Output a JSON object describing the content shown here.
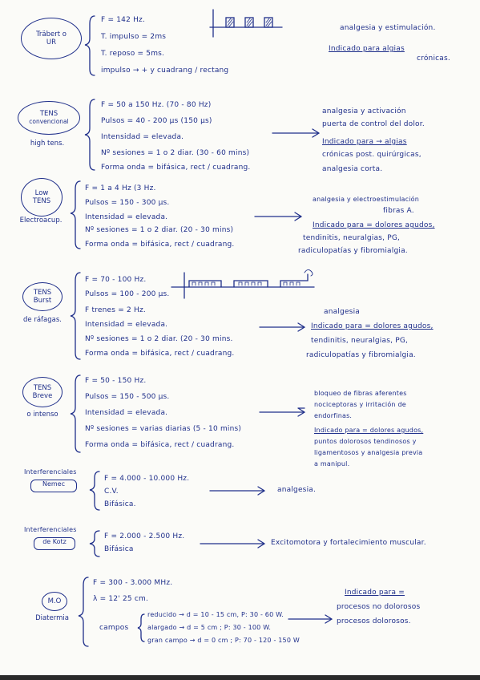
{
  "s1": {
    "label": [
      "Träbert o",
      "UR"
    ],
    "lines": [
      "F = 142 Hz.",
      "T. impulso = 2ms",
      "T. reposo = 5ms.",
      "impulso → + y cuadrang / rectang"
    ],
    "right": [
      "analgesia y estimulación.",
      "Indicado para algias",
      "crónicas."
    ]
  },
  "s2": {
    "label": [
      "TENS",
      "convencional"
    ],
    "side": "high tens.",
    "lines": [
      "F = 50 a 150 Hz. (70 - 80 Hz)",
      "Pulsos = 40 - 200 µs (150 µs)",
      "Intensidad = elevada.",
      "Nº sesiones = 1 o 2 diar. (30 - 60 mins)",
      "Forma onda = bifásica, rect / cuadrang."
    ],
    "right": [
      "analgesia y activación",
      "puerta de control del dolor.",
      "Indicado para → algias",
      "crónicas post. quirúrgicas,",
      "analgesia corta."
    ]
  },
  "s3": {
    "label": [
      "Low",
      "TENS"
    ],
    "side": "Electroacup.",
    "lines": [
      "F = 1 a 4 Hz (3 Hz.",
      "Pulsos = 150 - 300 µs.",
      "Intensidad = elevada.",
      "Nº sesiones = 1 o 2 diar. (20 - 30 mins)",
      "Forma onda = bifásica, rect / cuadrang."
    ],
    "right": [
      "analgesia y electroestimulación",
      "fibras A.",
      "Indicado para = dolores agudos,",
      "tendinitis, neuralgias, PG,",
      "radiculopatías y fibromialgia."
    ]
  },
  "s4": {
    "label": [
      "TENS",
      "Burst"
    ],
    "side": "de ráfagas.",
    "lines": [
      "F = 70 - 100 Hz.",
      "Pulsos = 100 - 200 µs.",
      "F trenes = 2 Hz.",
      "Intensidad = elevada.",
      "Nº sesiones = 1 o 2 diar. (20 - 30 mins.",
      "Forma onda = bifásica, rect / cuadrang."
    ],
    "right": [
      "analgesia",
      "Indicado para = dolores agudos,",
      "tendinitis, neuralgias, PG,",
      "radiculopatías y fibromialgia."
    ]
  },
  "s5": {
    "label": [
      "TENS",
      "Breve"
    ],
    "side": "o intenso",
    "lines": [
      "F = 50 - 150 Hz.",
      "Pulsos = 150 - 500 µs.",
      "Intensidad = elevada.",
      "Nº sesiones = varias diarias (5 - 10 mins)",
      "Forma onda = bifásica, rect / cuadrang."
    ],
    "right": [
      "bloqueo de fibras aferentes",
      "nociceptoras y irritación de",
      "endorfinas.",
      "Indicado para = dolores agudos,",
      "puntos dolorosos tendinosos y",
      "ligamentosos y analgesia previa",
      "a manipul."
    ]
  },
  "s6": {
    "top": "Interferenciales",
    "label": "Nemec",
    "lines": [
      "F = 4.000 - 10.000 Hz.",
      "C.V.",
      "Bifásica."
    ],
    "right": "analgesia."
  },
  "s7": {
    "top": "Interferenciales",
    "label": "de Kotz",
    "lines": [
      "F = 2.000 - 2.500 Hz.",
      "Bifásica"
    ],
    "right": "Excitomotora y fortalecimiento muscular."
  },
  "s8": {
    "label": [
      "M.O"
    ],
    "side": "Diatermia",
    "lines": [
      "F = 300 - 3.000 MHz.",
      "λ = 12' 25 cm."
    ],
    "campos": "campos",
    "sub": [
      "reducido → d = 10 - 15 cm, P: 30 - 60 W.",
      "alargado → d = 5 cm ; P: 30 - 100 W.",
      "gran campo → d = 0 cm ; P: 70 - 120 - 150 W"
    ],
    "right": [
      "Indicado para =",
      "procesos no dolorosos",
      "procesos dolorosos."
    ]
  },
  "colors": {
    "ink": "#1f2f8a",
    "paper": "#fbfbf8"
  }
}
